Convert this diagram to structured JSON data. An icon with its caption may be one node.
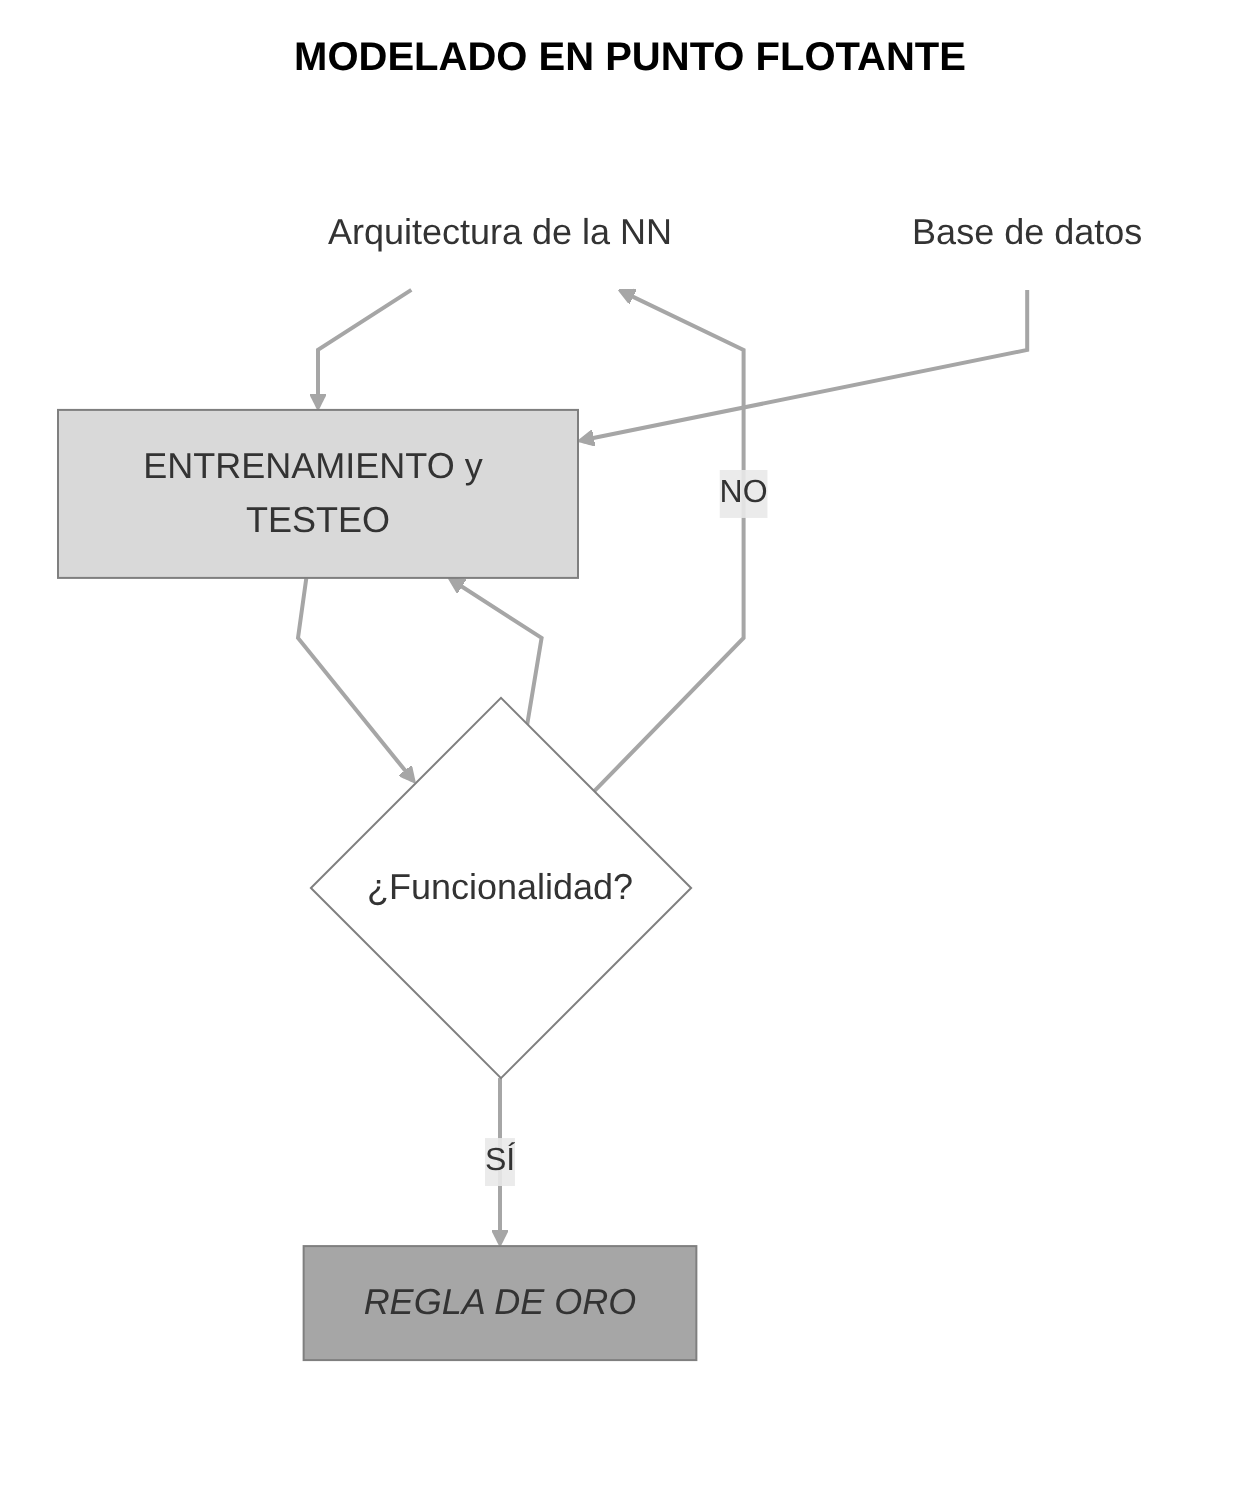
{
  "diagram": {
    "title": "MODELADO EN PUNTO FLOTANTE",
    "nodes": [
      {
        "text": [
          "Arquitectura de la NN"
        ]
      },
      {
        "text": [
          "Base de datos"
        ]
      },
      {
        "text": [
          "ENTRENAMIENTO y TESTEO"
        ]
      },
      {
        "text": [
          "¿Funcionalidad?"
        ]
      },
      {
        "text": [
          "REGLA DE ORO"
        ]
      }
    ],
    "edges": [
      {
        "from": 0,
        "to": 2,
        "arrow": "to"
      },
      {
        "from": 1,
        "to": 2,
        "arrow": "to"
      },
      {
        "from": 2,
        "to": 3,
        "arrow": "to"
      },
      {
        "from": 3,
        "to": 0,
        "arrow": "to",
        "label": "NO"
      },
      {
        "from": 3,
        "to": 2,
        "arrow": "to"
      },
      {
        "from": 3,
        "to": 4,
        "arrow": "to",
        "label": "SÍ"
      }
    ]
  }
}
